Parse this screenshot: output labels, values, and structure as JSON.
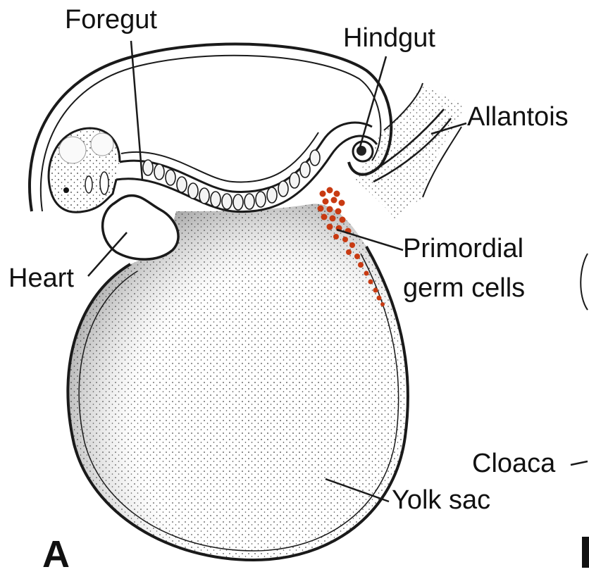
{
  "figure": {
    "panel_label": "A",
    "labels": {
      "foregut": "Foregut",
      "hindgut": "Hindgut",
      "allantois": "Allantois",
      "heart": "Heart",
      "primordial_line1": "Primordial",
      "primordial_line2": "germ cells",
      "cloaca": "Cloaca",
      "yolk_sac": "Yolk sac"
    },
    "colors": {
      "outline": "#1a1a1a",
      "germ_cells": "#c83a12",
      "background": "#ffffff"
    }
  }
}
